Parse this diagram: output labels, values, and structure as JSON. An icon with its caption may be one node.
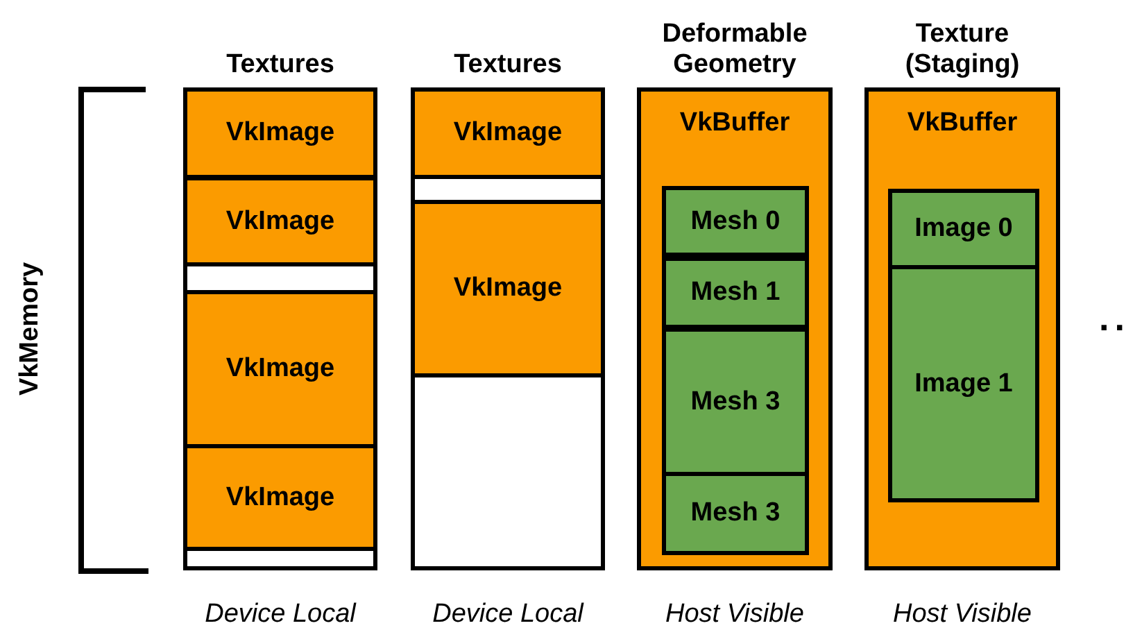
{
  "diagram": {
    "nodes": [
      {
        "text": [
          "Textures"
        ],
        "beside": [
          "Device Local"
        ]
      },
      {
        "text": [
          "VkImage"
        ],
        "in": 0
      },
      {
        "text": [
          "VkImage"
        ],
        "in": 0
      },
      {
        "text": [
          "VkImage"
        ],
        "in": 0
      },
      {
        "text": [
          "VkImage"
        ],
        "in": 0
      },
      {
        "text": [
          "Textures"
        ],
        "beside": [
          "Device Local"
        ]
      },
      {
        "text": [
          "VkImage"
        ],
        "in": 5
      },
      {
        "text": [
          "VkImage"
        ],
        "in": 5
      },
      {
        "text": [
          "Deformable Geometry",
          "VkBuffer"
        ],
        "beside": [
          "Host Visible"
        ]
      },
      {
        "text": [],
        "shape": "box",
        "in": 8
      },
      {
        "text": [
          "Mesh 0"
        ],
        "in": 9
      },
      {
        "text": [
          "Mesh 1"
        ],
        "in": 9
      },
      {
        "text": [
          "Mesh 3"
        ],
        "in": 9
      },
      {
        "text": [
          "Mesh 3"
        ],
        "in": 9
      },
      {
        "text": [
          "Texture (Staging)",
          "VkBuffer"
        ],
        "beside": [
          "Host Visible"
        ]
      },
      {
        "text": [],
        "shape": "box",
        "in": 14
      },
      {
        "text": [
          "Image 0"
        ],
        "in": 15
      },
      {
        "text": [
          "Image 1"
        ],
        "in": 15
      }
    ],
    "edges": [],
    "labels": [
      "VkMemory",
      ".."
    ]
  }
}
